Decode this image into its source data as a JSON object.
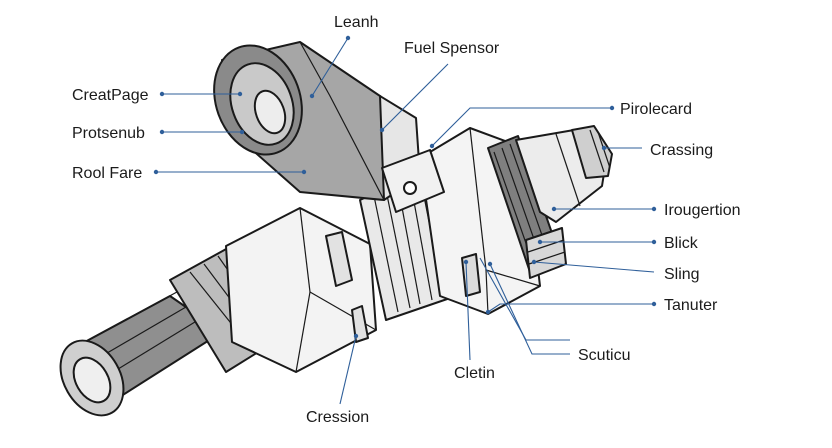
{
  "labels": {
    "leanh": "Leanh",
    "fuel_spensor": "Fuel Spensor",
    "creatpage": "CreatPage",
    "protsenub": "Protsenub",
    "rool_fare": "Rool Fare",
    "pirolecard": "Pirolecard",
    "crassing": "Crassing",
    "irougertion": "Irougertion",
    "blick": "Blick",
    "sling": "Sling",
    "tanuter": "Tanuter",
    "scuticu": "Scuticu",
    "cletin": "Cletin",
    "cression": "Cression"
  },
  "colors": {
    "leader_line": "#2f5f9a",
    "outline": "#1a1a1a",
    "metal_light": "#f2f2f2",
    "metal_mid": "#d4d4d4",
    "metal_dark": "#8c8c8c",
    "cap_gray": "#a9a9a9"
  }
}
